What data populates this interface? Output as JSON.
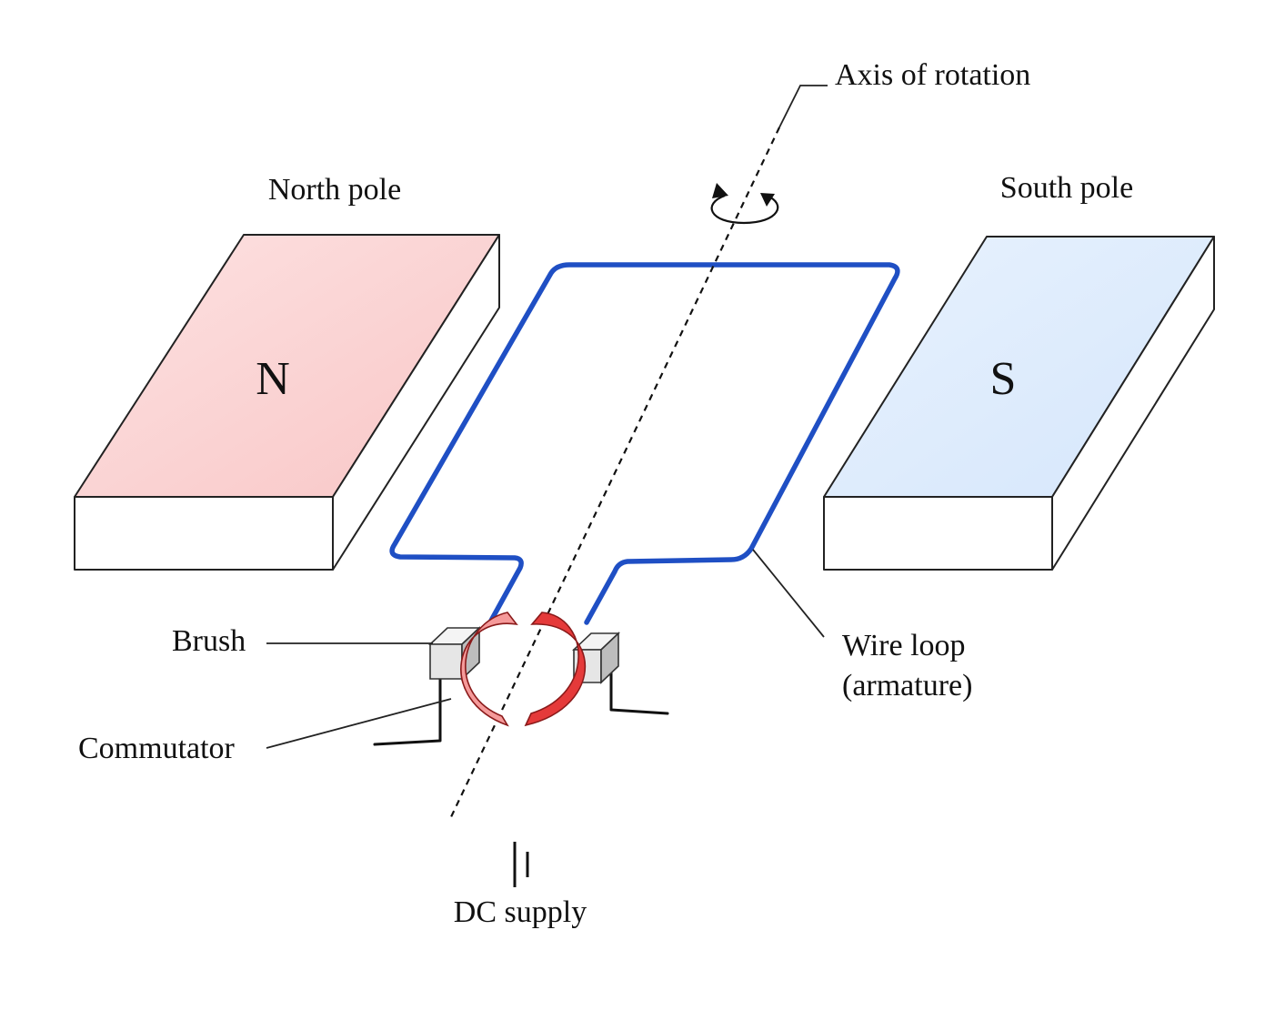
{
  "labels": {
    "axis_of_rotation": "Axis of rotation",
    "north_pole": "North pole",
    "south_pole": "South pole",
    "north_letter": "N",
    "south_letter": "S",
    "brush": "Brush",
    "commutator": "Commutator",
    "wire_loop_line1": "Wire loop",
    "wire_loop_line2": "(armature)",
    "dc_supply": "DC supply"
  },
  "colors": {
    "north_top_light": "#fde2e2",
    "north_top_dark": "#f8c6c6",
    "south_top_light": "#e8f2fe",
    "south_top_dark": "#d5e6fb",
    "wire_loop": "#1f4fc4",
    "commutator_red": "#e53a3a",
    "commutator_light": "#f59a9a",
    "brush_face": "#e6e6e6",
    "brush_shadow": "#bdbdbd",
    "line": "#222222"
  }
}
